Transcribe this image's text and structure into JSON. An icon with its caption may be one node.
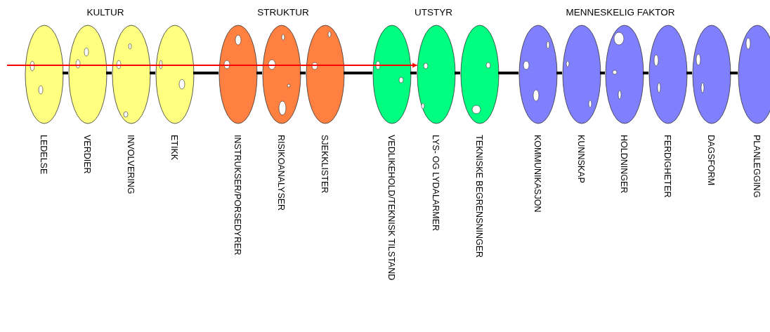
{
  "diagram": {
    "nodes": [
      {
        "text": [
          "LEDELSE"
        ]
      },
      {
        "text": [
          "VERDIER"
        ]
      },
      {
        "text": [
          "INVOLVERING"
        ]
      },
      {
        "text": [
          "ETIKK"
        ]
      },
      {
        "text": [
          "INSTRUKSER/PORSEDYRER"
        ]
      },
      {
        "text": [
          "RISIKOANALYSER"
        ]
      },
      {
        "text": [
          "SJEKKLISTER"
        ]
      },
      {
        "text": [
          "VEDLIKEHOLD/TEKNISK TILSTAND"
        ]
      },
      {
        "text": [
          "LYS- OG LYDALARMER"
        ]
      },
      {
        "text": [
          "TEKNISKE BEGRENSNINGER"
        ]
      },
      {
        "text": [
          "KOMMUNIKASJON"
        ]
      },
      {
        "text": [
          "KUNNSKAP"
        ]
      },
      {
        "text": [
          "HOLDNINGER"
        ]
      },
      {
        "text": [
          "FERDIGHETER"
        ]
      },
      {
        "text": [
          "DAGSFORM"
        ]
      },
      {
        "text": [
          "PLANLEGGING"
        ]
      }
    ],
    "edges": [
      {
        "from": null,
        "to": 8,
        "arrow": "to",
        "color": "#ff0000"
      },
      {
        "from": 0,
        "to": 1,
        "arrow": "none"
      },
      {
        "from": 1,
        "to": 2,
        "arrow": "none"
      },
      {
        "from": 2,
        "to": 3,
        "arrow": "none"
      },
      {
        "from": 3,
        "to": 4,
        "arrow": "none"
      },
      {
        "from": 4,
        "to": 5,
        "arrow": "none"
      },
      {
        "from": 5,
        "to": 6,
        "arrow": "none"
      },
      {
        "from": 6,
        "to": 7,
        "arrow": "none"
      },
      {
        "from": 7,
        "to": 8,
        "arrow": "none"
      },
      {
        "from": 8,
        "to": 9,
        "arrow": "none"
      },
      {
        "from": 9,
        "to": 10,
        "arrow": "none"
      },
      {
        "from": 10,
        "to": 11,
        "arrow": "none"
      },
      {
        "from": 11,
        "to": 12,
        "arrow": "none"
      },
      {
        "from": 12,
        "to": 13,
        "arrow": "none"
      },
      {
        "from": 13,
        "to": 14,
        "arrow": "none"
      },
      {
        "from": 14,
        "to": 15,
        "arrow": "none"
      }
    ],
    "labels": [
      "KULTUR",
      "STRUKTUR",
      "UTSTYR",
      "MENNESKELIG FAKTOR"
    ]
  }
}
